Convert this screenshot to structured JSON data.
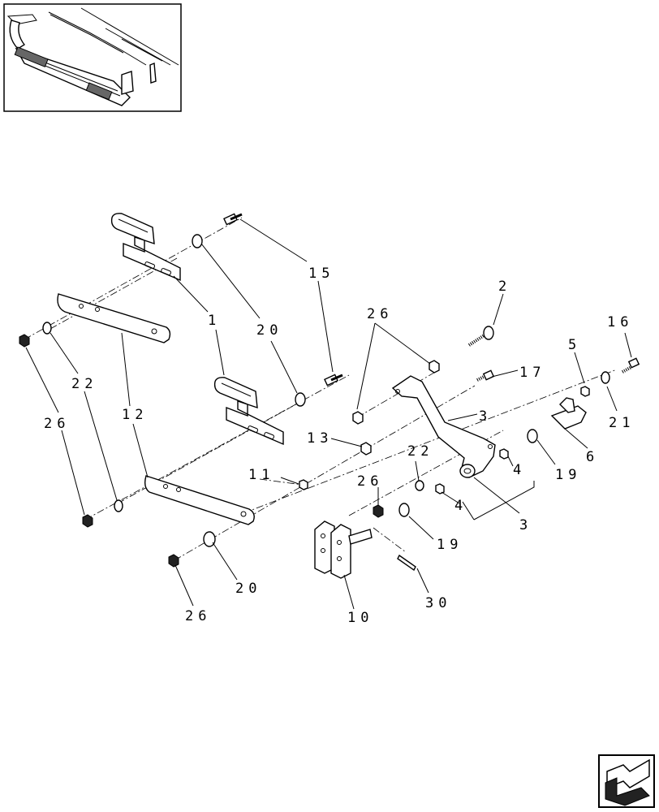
{
  "callouts": [
    {
      "id": "c-15",
      "text": "15"
    },
    {
      "id": "c-2",
      "text": "2"
    },
    {
      "id": "c-1",
      "text": "1"
    },
    {
      "id": "c-20a",
      "text": "20"
    },
    {
      "id": "c-26a",
      "text": "26"
    },
    {
      "id": "c-16",
      "text": "16"
    },
    {
      "id": "c-5",
      "text": "5"
    },
    {
      "id": "c-22a",
      "text": "22"
    },
    {
      "id": "c-17",
      "text": "17"
    },
    {
      "id": "c-26b",
      "text": "26"
    },
    {
      "id": "c-12",
      "text": "12"
    },
    {
      "id": "c-3a",
      "text": "3"
    },
    {
      "id": "c-21",
      "text": "21"
    },
    {
      "id": "c-13",
      "text": "13"
    },
    {
      "id": "c-22b",
      "text": "22"
    },
    {
      "id": "c-6",
      "text": "6"
    },
    {
      "id": "c-4a",
      "text": "4"
    },
    {
      "id": "c-19a",
      "text": "19"
    },
    {
      "id": "c-11",
      "text": "11"
    },
    {
      "id": "c-26c",
      "text": "26"
    },
    {
      "id": "c-4b",
      "text": "4"
    },
    {
      "id": "c-3b",
      "text": "3"
    },
    {
      "id": "c-19b",
      "text": "19"
    },
    {
      "id": "c-20b",
      "text": "20"
    },
    {
      "id": "c-30",
      "text": "30"
    },
    {
      "id": "c-26d",
      "text": "26"
    },
    {
      "id": "c-10",
      "text": "10"
    }
  ],
  "icons": {
    "thumbnail": "assembly-overview-thumbnail",
    "nav": "next-page-arrow-icon"
  }
}
